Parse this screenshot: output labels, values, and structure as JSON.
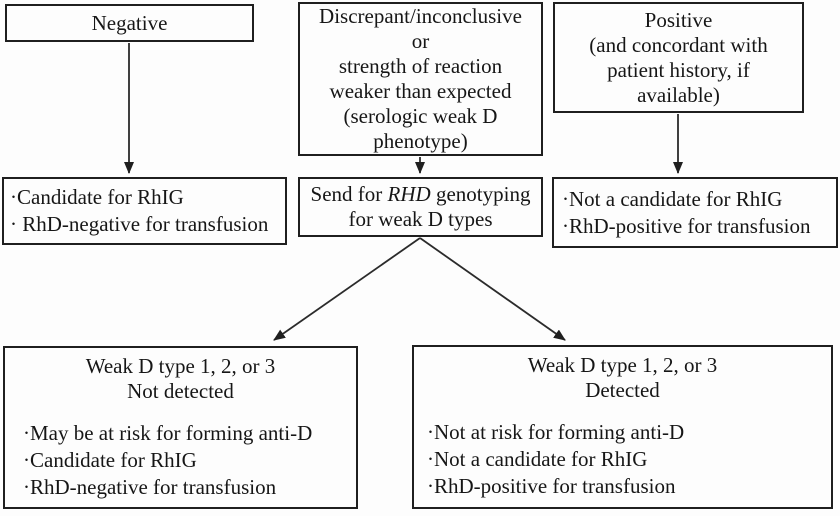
{
  "flowchart": {
    "boxes": {
      "negative": {
        "label": "Negative"
      },
      "discrepant": {
        "label": "Discrepant/inconclusive\nor\nstrength of reaction\nweaker than expected\n(serologic weak D\nphenotype)"
      },
      "positive": {
        "label": "Positive\n(and concordant with\npatient history, if\navailable)"
      },
      "rhig_candidate": {
        "label": "·Candidate for RhIG\n· RhD-negative for transfusion"
      },
      "genotyping": {
        "line1_prefix": "Send for ",
        "gene": "RHD",
        "line1_suffix": " genotyping",
        "line2": "for weak D types"
      },
      "not_candidate": {
        "label": "·Not a candidate for RhIG\n·RhD-positive for transfusion"
      },
      "weak_d_not_detected": {
        "title": "Weak D type 1, 2, or 3\nNot detected",
        "bullets": "·May be at risk for forming anti-D\n·Candidate for RhIG\n·RhD-negative for transfusion"
      },
      "weak_d_detected": {
        "title": "Weak D type 1, 2, or 3\nDetected",
        "bullets": "·Not at risk for forming anti-D\n·Not a candidate for RhIG\n·RhD-positive for transfusion"
      }
    },
    "colors": {
      "border": "#1f1f1f",
      "text": "#161616",
      "background": "#fdfdfd",
      "arrow": "#2b2b2b"
    }
  }
}
